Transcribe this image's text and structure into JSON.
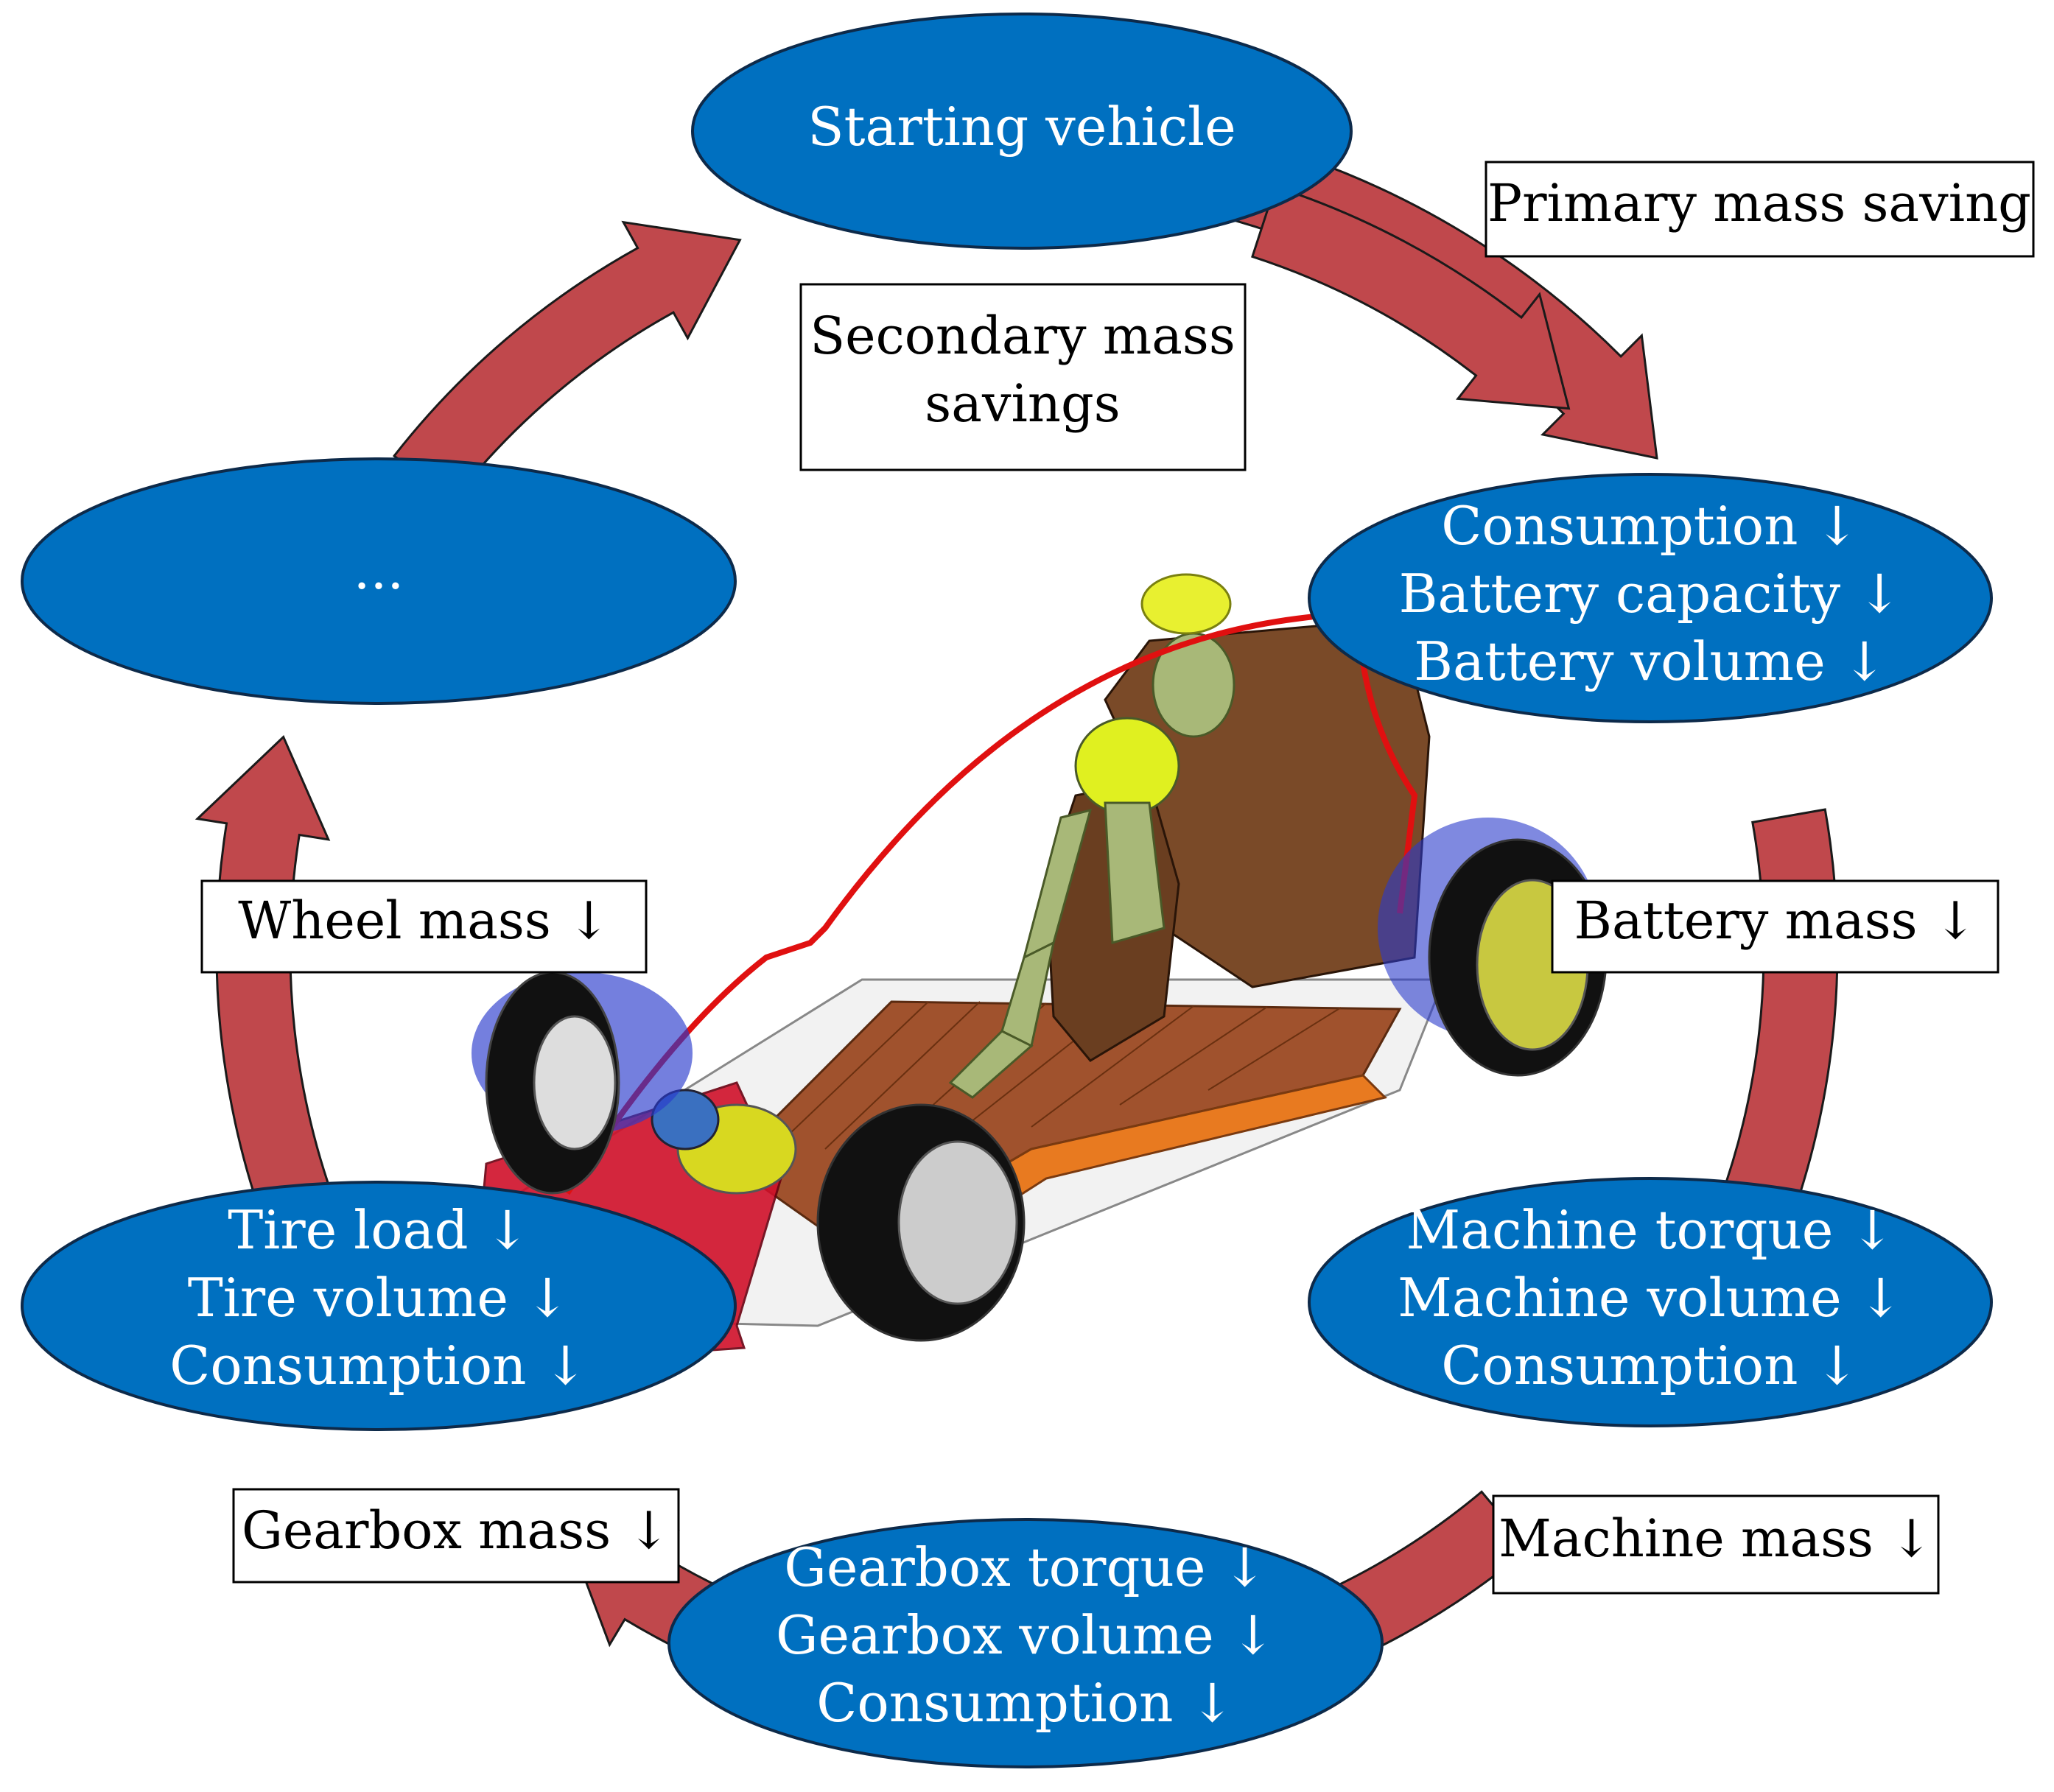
{
  "colors": {
    "ellipse_fill": "#0070c0",
    "ellipse_stroke": "#0d2a4a",
    "arrow_fill": "#c0484c",
    "arrow_stroke": "#1a1a1a",
    "box_fill": "#ffffff",
    "box_stroke": "#000000"
  },
  "ellipses": {
    "starting": [
      "Starting vehicle"
    ],
    "battery": [
      "Consumption ↓",
      "Battery capacity ↓",
      "Battery volume ↓"
    ],
    "machine": [
      "Machine torque ↓",
      "Machine volume ↓",
      "Consumption ↓"
    ],
    "gearbox": [
      "Gearbox torque ↓",
      "Gearbox volume ↓",
      "Consumption ↓"
    ],
    "tire": [
      "Tire load ↓",
      "Tire volume ↓",
      "Consumption ↓"
    ],
    "more": [
      "..."
    ]
  },
  "boxes": {
    "primary": [
      "Primary mass saving"
    ],
    "secondary": [
      "Secondary mass",
      "savings"
    ],
    "battery_mass": [
      "Battery mass ↓"
    ],
    "machine_mass": [
      "Machine mass ↓"
    ],
    "gearbox_mass": [
      "Gearbox mass ↓"
    ],
    "wheel_mass": [
      "Wheel mass ↓"
    ]
  },
  "illustration": {
    "name": "electric vehicle chassis with battery pack, seats and crash dummy"
  }
}
